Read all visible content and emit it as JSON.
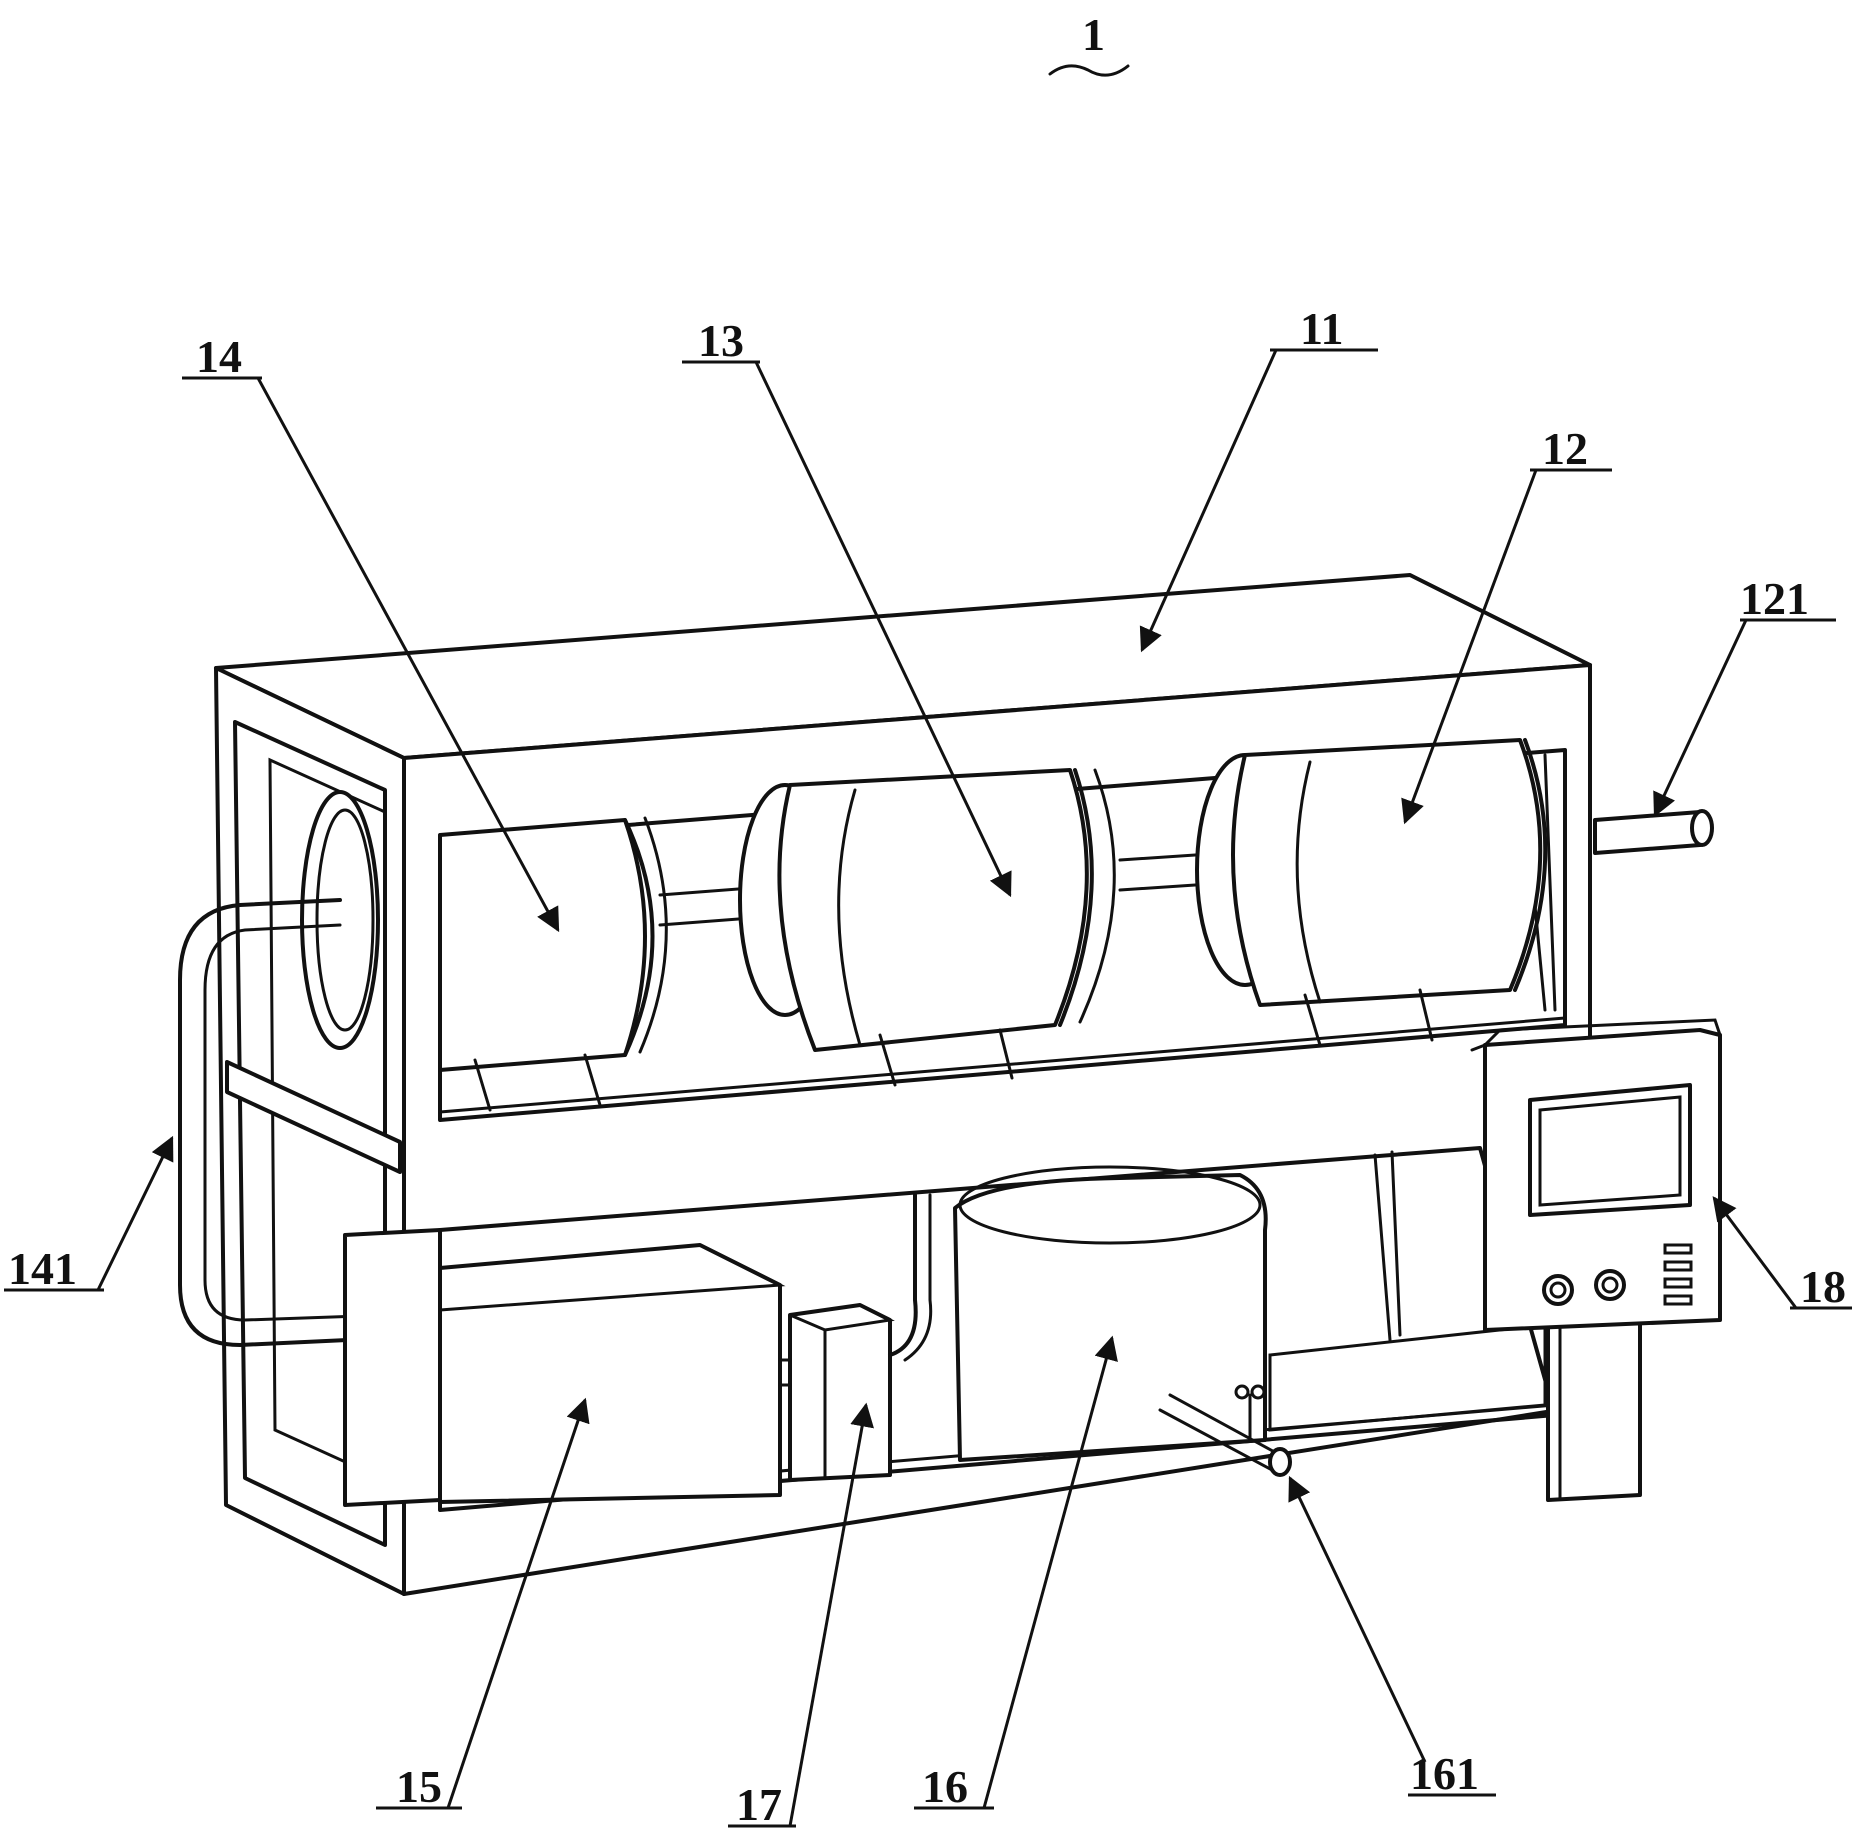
{
  "figure": {
    "title_label": "1"
  },
  "callouts": [
    {
      "id": "11",
      "text": "11"
    },
    {
      "id": "12",
      "text": "12"
    },
    {
      "id": "121",
      "text": "121"
    },
    {
      "id": "13",
      "text": "13"
    },
    {
      "id": "14",
      "text": "14"
    },
    {
      "id": "141",
      "text": "141"
    },
    {
      "id": "15",
      "text": "15"
    },
    {
      "id": "16",
      "text": "16"
    },
    {
      "id": "161",
      "text": "161"
    },
    {
      "id": "17",
      "text": "17"
    },
    {
      "id": "18",
      "text": "18"
    }
  ],
  "colors": {
    "ink": "#111111",
    "paper": "#ffffff"
  }
}
